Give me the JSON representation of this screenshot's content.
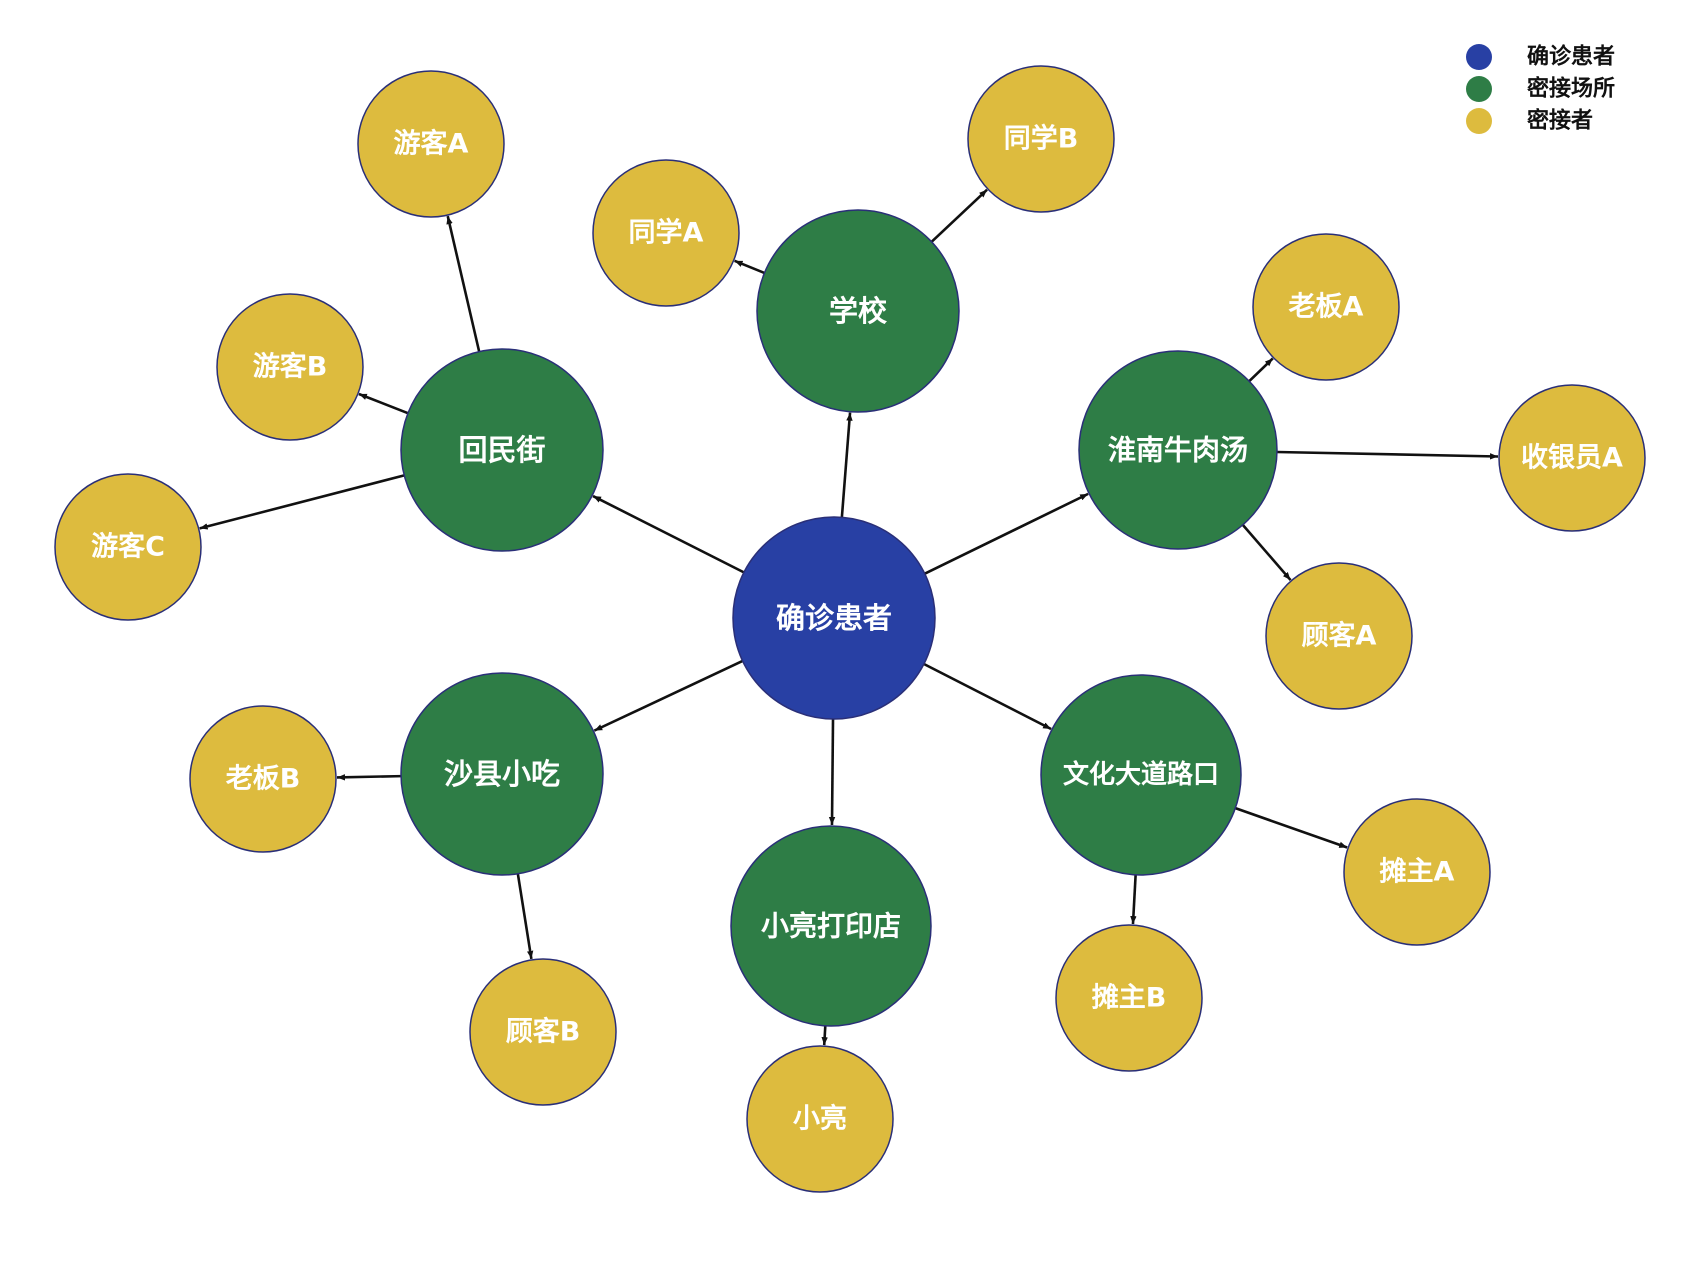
{
  "colors": {
    "confirmed": "#2840A4",
    "place": "#2E7D46",
    "contact": "#DDBB3E",
    "node_stroke": "#2A2F78",
    "edge": "#111111",
    "label": "#ffffff"
  },
  "legend": [
    {
      "category": "confirmed",
      "label": "确诊患者"
    },
    {
      "category": "place",
      "label": "密接场所"
    },
    {
      "category": "contact",
      "label": "密接者"
    }
  ],
  "nodes": [
    {
      "id": "patient",
      "label": "确诊患者",
      "category": "confirmed"
    },
    {
      "id": "huimin",
      "label": "回民街",
      "category": "place"
    },
    {
      "id": "school",
      "label": "学校",
      "category": "place"
    },
    {
      "id": "huainan",
      "label": "淮南牛肉汤",
      "category": "place"
    },
    {
      "id": "shaxian",
      "label": "沙县小吃",
      "category": "place"
    },
    {
      "id": "print",
      "label": "小亮打印店",
      "category": "place"
    },
    {
      "id": "wenhua",
      "label": "文化大道路口",
      "category": "place"
    },
    {
      "id": "tourist_a",
      "label": "游客A",
      "category": "contact"
    },
    {
      "id": "tourist_b",
      "label": "游客B",
      "category": "contact"
    },
    {
      "id": "tourist_c",
      "label": "游客C",
      "category": "contact"
    },
    {
      "id": "classmate_a",
      "label": "同学A",
      "category": "contact"
    },
    {
      "id": "classmate_b",
      "label": "同学B",
      "category": "contact"
    },
    {
      "id": "boss_a",
      "label": "老板A",
      "category": "contact"
    },
    {
      "id": "cashier_a",
      "label": "收银员A",
      "category": "contact"
    },
    {
      "id": "customer_a",
      "label": "顾客A",
      "category": "contact"
    },
    {
      "id": "boss_b",
      "label": "老板B",
      "category": "contact"
    },
    {
      "id": "customer_b",
      "label": "顾客B",
      "category": "contact"
    },
    {
      "id": "xiaoliang",
      "label": "小亮",
      "category": "contact"
    },
    {
      "id": "vendor_a",
      "label": "摊主A",
      "category": "contact"
    },
    {
      "id": "vendor_b",
      "label": "摊主B",
      "category": "contact"
    }
  ],
  "edges": [
    {
      "from": "patient",
      "to": "huimin"
    },
    {
      "from": "patient",
      "to": "school"
    },
    {
      "from": "patient",
      "to": "huainan"
    },
    {
      "from": "patient",
      "to": "shaxian"
    },
    {
      "from": "patient",
      "to": "print"
    },
    {
      "from": "patient",
      "to": "wenhua"
    },
    {
      "from": "huimin",
      "to": "tourist_a"
    },
    {
      "from": "huimin",
      "to": "tourist_b"
    },
    {
      "from": "huimin",
      "to": "tourist_c"
    },
    {
      "from": "school",
      "to": "classmate_a"
    },
    {
      "from": "school",
      "to": "classmate_b"
    },
    {
      "from": "huainan",
      "to": "boss_a"
    },
    {
      "from": "huainan",
      "to": "cashier_a"
    },
    {
      "from": "huainan",
      "to": "customer_a"
    },
    {
      "from": "shaxian",
      "to": "boss_b"
    },
    {
      "from": "shaxian",
      "to": "customer_b"
    },
    {
      "from": "print",
      "to": "xiaoliang"
    },
    {
      "from": "wenhua",
      "to": "vendor_a"
    },
    {
      "from": "wenhua",
      "to": "vendor_b"
    }
  ]
}
